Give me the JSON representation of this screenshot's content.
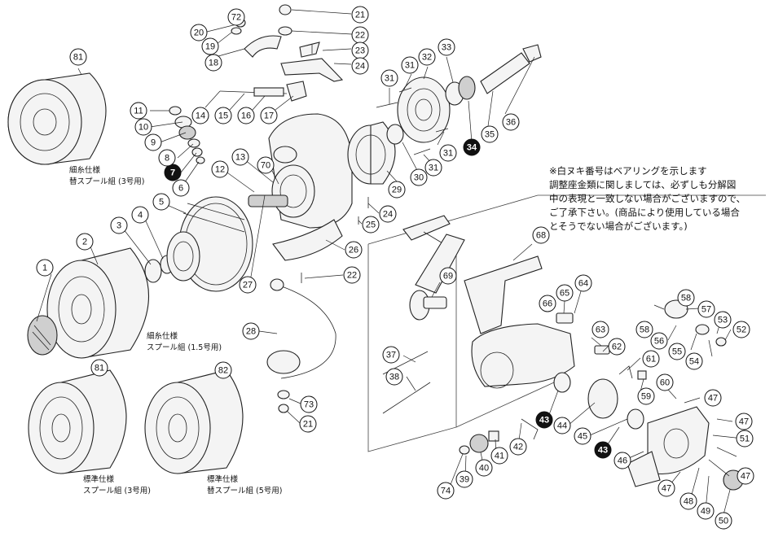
{
  "notes": {
    "bearing_note": "※白ヌキ番号はベアリングを示します",
    "adjust_note_lines": [
      "調整座金類に関しましては、必ずしも分解図",
      "中の表現と一致しない場合がございますので、",
      "ご了承下さい。(商品により使用している場合",
      "とそうでない場合がございます。)"
    ]
  },
  "spool_labels": {
    "fine_spare_3": [
      "細糸仕様",
      "替スプール組 (3号用)"
    ],
    "fine_15": [
      "細糸仕様",
      "スプール組 (1.5号用)"
    ],
    "std_3": [
      "標準仕様",
      "スプール組 (3号用)"
    ],
    "std_spare_5": [
      "標準仕様",
      "替スプール組 (5号用)"
    ]
  },
  "callouts": [
    {
      "id": "c81a",
      "text": "81"
    },
    {
      "id": "c1",
      "text": "1"
    },
    {
      "id": "c2",
      "text": "2"
    },
    {
      "id": "c3",
      "text": "3"
    },
    {
      "id": "c4",
      "text": "4"
    },
    {
      "id": "c5",
      "text": "5"
    },
    {
      "id": "c6",
      "text": "6"
    },
    {
      "id": "c7",
      "text": "7",
      "bearing": true
    },
    {
      "id": "c8",
      "text": "8"
    },
    {
      "id": "c9",
      "text": "9"
    },
    {
      "id": "c10",
      "text": "10"
    },
    {
      "id": "c11",
      "text": "11"
    },
    {
      "id": "c12",
      "text": "12"
    },
    {
      "id": "c13",
      "text": "13"
    },
    {
      "id": "c14",
      "text": "14"
    },
    {
      "id": "c15",
      "text": "15"
    },
    {
      "id": "c16",
      "text": "16"
    },
    {
      "id": "c17",
      "text": "17"
    },
    {
      "id": "c18",
      "text": "18"
    },
    {
      "id": "c19",
      "text": "19"
    },
    {
      "id": "c20",
      "text": "20"
    },
    {
      "id": "c72",
      "text": "72"
    },
    {
      "id": "c21a",
      "text": "21"
    },
    {
      "id": "c22a",
      "text": "22"
    },
    {
      "id": "c23",
      "text": "23"
    },
    {
      "id": "c24a",
      "text": "24"
    },
    {
      "id": "c70",
      "text": "70"
    },
    {
      "id": "c27",
      "text": "27"
    },
    {
      "id": "c28",
      "text": "28"
    },
    {
      "id": "c73",
      "text": "73"
    },
    {
      "id": "c21b",
      "text": "21"
    },
    {
      "id": "c22b",
      "text": "22"
    },
    {
      "id": "c26",
      "text": "26"
    },
    {
      "id": "c25",
      "text": "25"
    },
    {
      "id": "c24b",
      "text": "24"
    },
    {
      "id": "c29",
      "text": "29"
    },
    {
      "id": "c30",
      "text": "30"
    },
    {
      "id": "c31a",
      "text": "31"
    },
    {
      "id": "c31b",
      "text": "31"
    },
    {
      "id": "c31c",
      "text": "31"
    },
    {
      "id": "c31d",
      "text": "31"
    },
    {
      "id": "c32",
      "text": "32"
    },
    {
      "id": "c33",
      "text": "33"
    },
    {
      "id": "c34",
      "text": "34",
      "bearing": true
    },
    {
      "id": "c35",
      "text": "35"
    },
    {
      "id": "c36",
      "text": "36"
    },
    {
      "id": "c81b",
      "text": "81"
    },
    {
      "id": "c82",
      "text": "82"
    },
    {
      "id": "c68",
      "text": "68"
    },
    {
      "id": "c69",
      "text": "69"
    },
    {
      "id": "c65",
      "text": "65"
    },
    {
      "id": "c64",
      "text": "64"
    },
    {
      "id": "c66",
      "text": "66"
    },
    {
      "id": "c63",
      "text": "63"
    },
    {
      "id": "c62",
      "text": "62"
    },
    {
      "id": "c61",
      "text": "61"
    },
    {
      "id": "c59",
      "text": "59"
    },
    {
      "id": "c60",
      "text": "60"
    },
    {
      "id": "c58a",
      "text": "58"
    },
    {
      "id": "c58b",
      "text": "58"
    },
    {
      "id": "c57",
      "text": "57"
    },
    {
      "id": "c56",
      "text": "56"
    },
    {
      "id": "c55",
      "text": "55"
    },
    {
      "id": "c54",
      "text": "54"
    },
    {
      "id": "c53",
      "text": "53"
    },
    {
      "id": "c52",
      "text": "52"
    },
    {
      "id": "c37",
      "text": "37"
    },
    {
      "id": "c38",
      "text": "38"
    },
    {
      "id": "c43a",
      "text": "43",
      "bearing": true
    },
    {
      "id": "c43b",
      "text": "43",
      "bearing": true
    },
    {
      "id": "c44",
      "text": "44"
    },
    {
      "id": "c45",
      "text": "45"
    },
    {
      "id": "c46",
      "text": "46"
    },
    {
      "id": "c47a",
      "text": "47"
    },
    {
      "id": "c47b",
      "text": "47"
    },
    {
      "id": "c47c",
      "text": "47"
    },
    {
      "id": "c47d",
      "text": "47"
    },
    {
      "id": "c51",
      "text": "51"
    },
    {
      "id": "c48",
      "text": "48"
    },
    {
      "id": "c49",
      "text": "49"
    },
    {
      "id": "c50",
      "text": "50"
    },
    {
      "id": "c42",
      "text": "42"
    },
    {
      "id": "c41",
      "text": "41"
    },
    {
      "id": "c40",
      "text": "40"
    },
    {
      "id": "c39",
      "text": "39"
    },
    {
      "id": "c74",
      "text": "74"
    }
  ]
}
